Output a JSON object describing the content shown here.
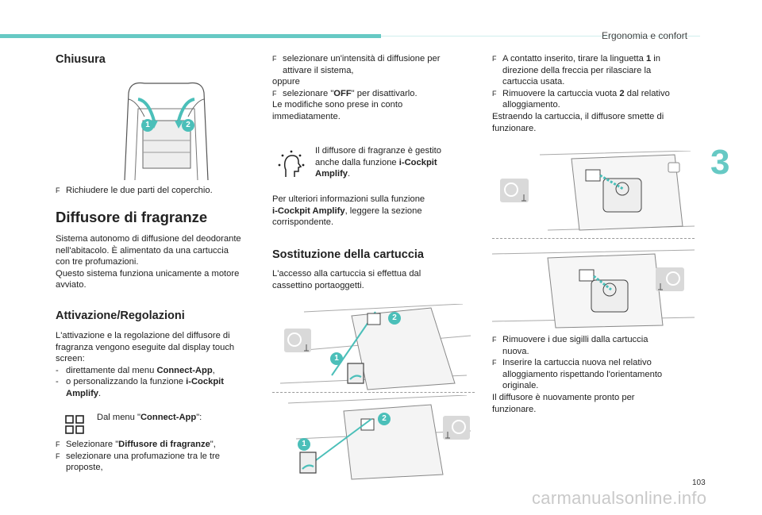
{
  "header": {
    "title": "Ergonomia e confort",
    "chapter": "3",
    "page_number": "103"
  },
  "watermark": "carmanualsonline.info",
  "col1": {
    "h_chiusura": "Chiusura",
    "fig1_labels": [
      "1",
      "2"
    ],
    "chiusura_step": "Richiudere le due parti del coperchio.",
    "h_diffusore": "Diffusore di fragranze",
    "intro_1": "Sistema autonomo di diffusione del deodorante",
    "intro_2": "nell'abitacolo. È alimentato da una cartuccia",
    "intro_3": "con tre profumazioni.",
    "intro_4": "Questo sistema funziona unicamente a motore",
    "intro_5": "avviato.",
    "h_attivazione": "Attivazione/Regolazioni",
    "att_1": "L'attivazione e la regolazione del diffusore di",
    "att_2": "fragranza vengono eseguite dal display touch",
    "att_3": "screen:",
    "dash1_pre": "direttamente dal menu ",
    "dash1_bold": "Connect-App",
    "dash1_post": ",",
    "dash2_pre": "o personalizzando la funzione ",
    "dash2_bold_a": "i-Cockpit",
    "dash2_bold_b": "Amplify",
    "dash2_post": ".",
    "menu_pre": "Dal menu \"",
    "menu_bold": "Connect-App",
    "menu_post": "\":",
    "sel1_pre": "Selezionare \"",
    "sel1_bold": "Diffusore di fragranze",
    "sel1_post": "\",",
    "sel2_a": "selezionare una profumazione tra le tre",
    "sel2_b": "proposte,"
  },
  "col2": {
    "sel3_a": "selezionare un'intensità di diffusione per",
    "sel3_b": "attivare il sistema,",
    "oppure": "oppure",
    "sel4_pre": "selezionare \"",
    "sel4_bold": "OFF",
    "sel4_post": "\" per disattivarlo.",
    "mod_1": "Le modifiche sono prese in conto",
    "mod_2": "immediatamente.",
    "note_1": "Il diffusore di fragranze è gestito",
    "note_2_pre": "anche dalla funzione ",
    "note_2_bold": "i-Cockpit",
    "note_3_bold": "Amplify",
    "note_3_post": ".",
    "info_1": "Per ulteriori informazioni sulla funzione",
    "info_2_bold": "i-Cockpit Amplify",
    "info_2_post": ", leggere la sezione",
    "info_3": "corrispondente.",
    "h_sostituzione": "Sostituzione della cartuccia",
    "acc_1": "L'accesso alla cartuccia si effettua dal",
    "acc_2": "cassettino portaoggetti.",
    "fig_labels": [
      "1",
      "2"
    ]
  },
  "col3": {
    "s1_a_pre": "A contatto inserito, tirare la linguetta ",
    "s1_a_bold": "1",
    "s1_a_post": " in",
    "s1_b": "direzione della freccia per rilasciare la",
    "s1_c": "cartuccia usata.",
    "s2_a_pre": "Rimuovere la cartuccia vuota ",
    "s2_a_bold": "2",
    "s2_a_post": " dal relativo",
    "s2_b": "alloggiamento.",
    "e_1": "Estraendo la cartuccia, il diffusore smette di",
    "e_2": "funzionare.",
    "s3_a": "Rimuovere i due sigilli dalla cartuccia",
    "s3_b": "nuova.",
    "s4_a": "Inserire la cartuccia nuova nel relativo",
    "s4_b": "alloggiamento rispettando l'orientamento",
    "s4_c": "originale.",
    "f_1": "Il diffusore è nuovamente pronto per",
    "f_2": "funzionare."
  },
  "colors": {
    "accent": "#4bbfb9",
    "bar": "#66c9c4"
  },
  "icons": [
    "menu-grid-icon",
    "i-cockpit-amplify-icon",
    "steering-wheel-icon"
  ]
}
